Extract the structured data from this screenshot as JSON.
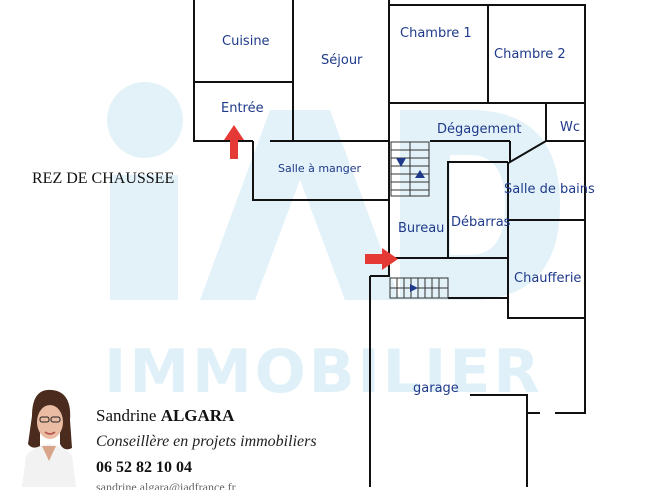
{
  "watermark": {
    "text": "IMMOBILIER"
  },
  "level_label": "REZ DE CHAUSSEE",
  "rooms": {
    "cuisine": "Cuisine",
    "sejour": "Séjour",
    "chambre1": "Chambre 1",
    "chambre2": "Chambre 2",
    "entree": "Entrée",
    "degagement": "Dégagement",
    "wc": "Wc",
    "salle_a_manger": "Salle à manger",
    "salle_de_bains": "Salle de bains",
    "bureau": "Bureau",
    "debarras": "Débarras",
    "chaufferie": "Chaufferie",
    "garage": "garage"
  },
  "agent": {
    "first_name": "Sandrine",
    "last_name": "ALGARA",
    "role": "Conseillère en projets immobiliers",
    "phone": "06 52 82 10 04",
    "extra": "sandrine.algara@iadfrance.fr"
  },
  "colors": {
    "wall": "#111111",
    "label": "#1f3a8a",
    "arrow": "#e53935",
    "watermark": "#dff0f8"
  }
}
